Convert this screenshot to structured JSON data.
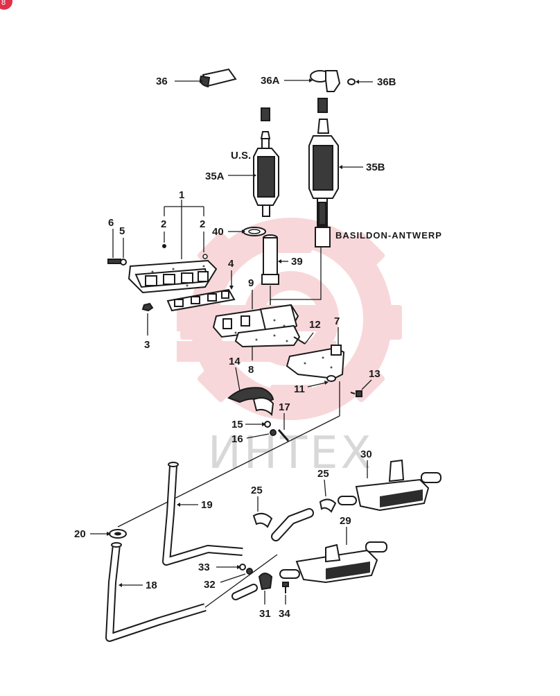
{
  "watermark": {
    "text": "ИНТЕХ",
    "gear_color": "#f4b8bd",
    "text_color": "#d8d8d8"
  },
  "corner_badge": {
    "text": "8",
    "color": "#e0314b"
  },
  "labels": {
    "l1": "1",
    "l2a": "2",
    "l2b": "2",
    "l3": "3",
    "l4": "4",
    "l5": "5",
    "l6": "6",
    "l7": "7",
    "l8": "8",
    "l9": "9",
    "l11": "11",
    "l12": "12",
    "l13": "13",
    "l14": "14",
    "l15": "15",
    "l16": "16",
    "l17": "17",
    "l18": "18",
    "l19": "19",
    "l20": "20",
    "l25a": "25",
    "l25b": "25",
    "l29": "29",
    "l30": "30",
    "l31": "31",
    "l32": "32",
    "l33": "33",
    "l34": "34",
    "l35a": "35A",
    "l35b": "35B",
    "l36": "36",
    "l36a": "36A",
    "l36b": "36B",
    "l39": "39",
    "l40": "40"
  },
  "annotations": {
    "us": "U.S.",
    "basildon": "BASILDON-ANTWERP"
  }
}
